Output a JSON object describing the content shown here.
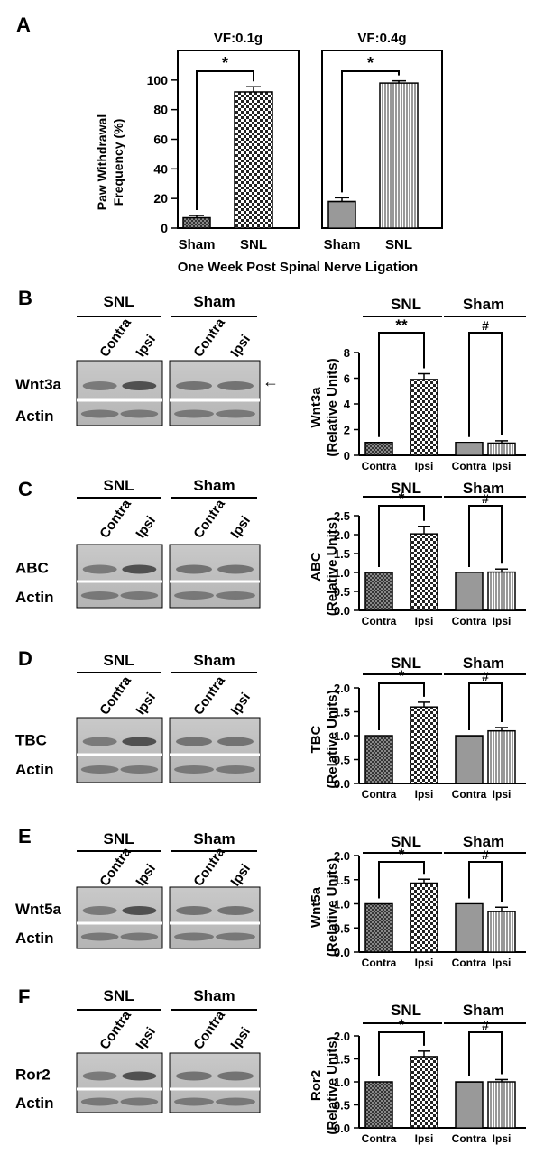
{
  "panel_a": {
    "letter": "A",
    "ylabel_line1": "Paw Withdrawal",
    "ylabel_line2": "Frequency (%)",
    "xtitle": "One Week Post Spinal Nerve Ligation",
    "yticks": [
      "0",
      "20",
      "40",
      "60",
      "80",
      "100"
    ],
    "groups": [
      {
        "title": "VF:0.1g",
        "sig": "*",
        "categories": [
          "Sham",
          "SNL"
        ],
        "values": [
          7,
          92
        ],
        "errors": [
          1.5,
          3.5
        ],
        "patterns": [
          "fine-check",
          "checker"
        ]
      },
      {
        "title": "VF:0.4g",
        "sig": "*",
        "categories": [
          "Sham",
          "SNL"
        ],
        "values": [
          18,
          98
        ],
        "errors": [
          2.5,
          1.5
        ],
        "patterns": [
          "hlines",
          "vlines"
        ]
      }
    ]
  },
  "chart_data": [
    {
      "type": "bar",
      "title": "VF:0.1g",
      "categories": [
        "Sham",
        "SNL"
      ],
      "values": [
        7,
        92
      ],
      "xlabel": "One Week Post Spinal Nerve Ligation",
      "ylabel": "Paw Withdrawal Frequency (%)",
      "ylim": [
        0,
        120
      ]
    },
    {
      "type": "bar",
      "title": "VF:0.4g",
      "categories": [
        "Sham",
        "SNL"
      ],
      "values": [
        18,
        98
      ],
      "xlabel": "One Week Post Spinal Nerve Ligation",
      "ylabel": "Paw Withdrawal Frequency (%)",
      "ylim": [
        0,
        120
      ]
    },
    {
      "type": "bar",
      "categories": [
        "Contra",
        "Ipsi",
        "Contra",
        "Ipsi"
      ],
      "groups": [
        "SNL",
        "SNL",
        "Sham",
        "Sham"
      ],
      "values": [
        1.0,
        5.9,
        1.0,
        0.95
      ],
      "ylabel": "Wnt3a (Relative Units)",
      "ylim": [
        0,
        8
      ]
    },
    {
      "type": "bar",
      "categories": [
        "Contra",
        "Ipsi",
        "Contra",
        "Ipsi"
      ],
      "groups": [
        "SNL",
        "SNL",
        "Sham",
        "Sham"
      ],
      "values": [
        1.0,
        2.02,
        1.0,
        1.01
      ],
      "ylabel": "ABC (Relative Units)",
      "ylim": [
        0,
        2.5
      ]
    },
    {
      "type": "bar",
      "categories": [
        "Contra",
        "Ipsi",
        "Contra",
        "Ipsi"
      ],
      "groups": [
        "SNL",
        "SNL",
        "Sham",
        "Sham"
      ],
      "values": [
        1.0,
        1.6,
        1.0,
        1.1
      ],
      "ylabel": "TBC (Relative Units)",
      "ylim": [
        0,
        2.0
      ]
    },
    {
      "type": "bar",
      "categories": [
        "Contra",
        "Ipsi",
        "Contra",
        "Ipsi"
      ],
      "groups": [
        "SNL",
        "SNL",
        "Sham",
        "Sham"
      ],
      "values": [
        1.0,
        1.43,
        1.0,
        0.84
      ],
      "ylabel": "Wnt5a (Relative Units)",
      "ylim": [
        0,
        2.0
      ]
    },
    {
      "type": "bar",
      "categories": [
        "Contra",
        "Ipsi",
        "Contra",
        "Ipsi"
      ],
      "groups": [
        "SNL",
        "SNL",
        "Sham",
        "Sham"
      ],
      "values": [
        1.0,
        1.55,
        1.0,
        1.0
      ],
      "ylabel": "Ror2 (Relative Units)",
      "ylim": [
        0,
        2.0
      ]
    }
  ],
  "panels": [
    {
      "letter": "B",
      "blot_groups": [
        "SNL",
        "Sham"
      ],
      "lanes": [
        "Contra",
        "Ipsi"
      ],
      "protein": "Wnt3a",
      "control": "Actin",
      "ylabel_line1": "Wnt3a",
      "ylabel_line2": "(Relative Units)",
      "yticks": [
        "0",
        "2",
        "4",
        "6",
        "8"
      ],
      "ymax": 8,
      "values": [
        1.0,
        5.9,
        1.0,
        0.95
      ],
      "errors": [
        0,
        0.45,
        0,
        0.18
      ],
      "categories": [
        "Contra",
        "Ipsi",
        "Contra",
        "Ipsi"
      ],
      "groups": [
        "SNL",
        "Sham"
      ],
      "sig_snl": "**",
      "sig_sham": "#",
      "arrow": "←"
    },
    {
      "letter": "C",
      "blot_groups": [
        "SNL",
        "Sham"
      ],
      "lanes": [
        "Contra",
        "Ipsi"
      ],
      "protein": "ABC",
      "control": "Actin",
      "ylabel_line1": "ABC",
      "ylabel_line2": "(Relative Units)",
      "yticks": [
        "0.0",
        "0.5",
        "1.0",
        "1.5",
        "2.0",
        "2.5"
      ],
      "ymax": 2.5,
      "values": [
        1.0,
        2.02,
        1.0,
        1.01
      ],
      "errors": [
        0,
        0.2,
        0,
        0.08
      ],
      "categories": [
        "Contra",
        "Ipsi",
        "Contra",
        "Ipsi"
      ],
      "groups": [
        "SNL",
        "Sham"
      ],
      "sig_snl": "*",
      "sig_sham": "#"
    },
    {
      "letter": "D",
      "blot_groups": [
        "SNL",
        "Sham"
      ],
      "lanes": [
        "Contra",
        "Ipsi"
      ],
      "protein": "TBC",
      "control": "Actin",
      "ylabel_line1": "TBC",
      "ylabel_line2": "(Relative Units)",
      "yticks": [
        "0.0",
        "0.5",
        "1.0",
        "1.5",
        "2.0"
      ],
      "ymax": 2.0,
      "values": [
        1.0,
        1.6,
        1.0,
        1.1
      ],
      "errors": [
        0,
        0.1,
        0,
        0.07
      ],
      "categories": [
        "Contra",
        "Ipsi",
        "Contra",
        "Ipsi"
      ],
      "groups": [
        "SNL",
        "Sham"
      ],
      "sig_snl": "*",
      "sig_sham": "#"
    },
    {
      "letter": "E",
      "blot_groups": [
        "SNL",
        "Sham"
      ],
      "lanes": [
        "Contra",
        "Ipsi"
      ],
      "protein": "Wnt5a",
      "control": "Actin",
      "ylabel_line1": "Wnt5a",
      "ylabel_line2": "(Relative Units)",
      "yticks": [
        "0.0",
        "0.5",
        "1.0",
        "1.5",
        "2.0"
      ],
      "ymax": 2.0,
      "values": [
        1.0,
        1.43,
        1.0,
        0.84
      ],
      "errors": [
        0,
        0.08,
        0,
        0.09
      ],
      "categories": [
        "Contra",
        "Ipsi",
        "Contra",
        "Ipsi"
      ],
      "groups": [
        "SNL",
        "Sham"
      ],
      "sig_snl": "*",
      "sig_sham": "#"
    },
    {
      "letter": "F",
      "blot_groups": [
        "SNL",
        "Sham"
      ],
      "lanes": [
        "Contra",
        "Ipsi"
      ],
      "protein": "Ror2",
      "control": "Actin",
      "ylabel_line1": "Ror2",
      "ylabel_line2": "(Relative Units)",
      "yticks": [
        "0.0",
        "0.5",
        "1.0",
        "1.5",
        "2.0"
      ],
      "ymax": 2.0,
      "values": [
        1.0,
        1.55,
        1.0,
        1.0
      ],
      "errors": [
        0,
        0.12,
        0,
        0.05
      ],
      "categories": [
        "Contra",
        "Ipsi",
        "Contra",
        "Ipsi"
      ],
      "groups": [
        "SNL",
        "Sham"
      ],
      "sig_snl": "*",
      "sig_sham": "#"
    }
  ]
}
